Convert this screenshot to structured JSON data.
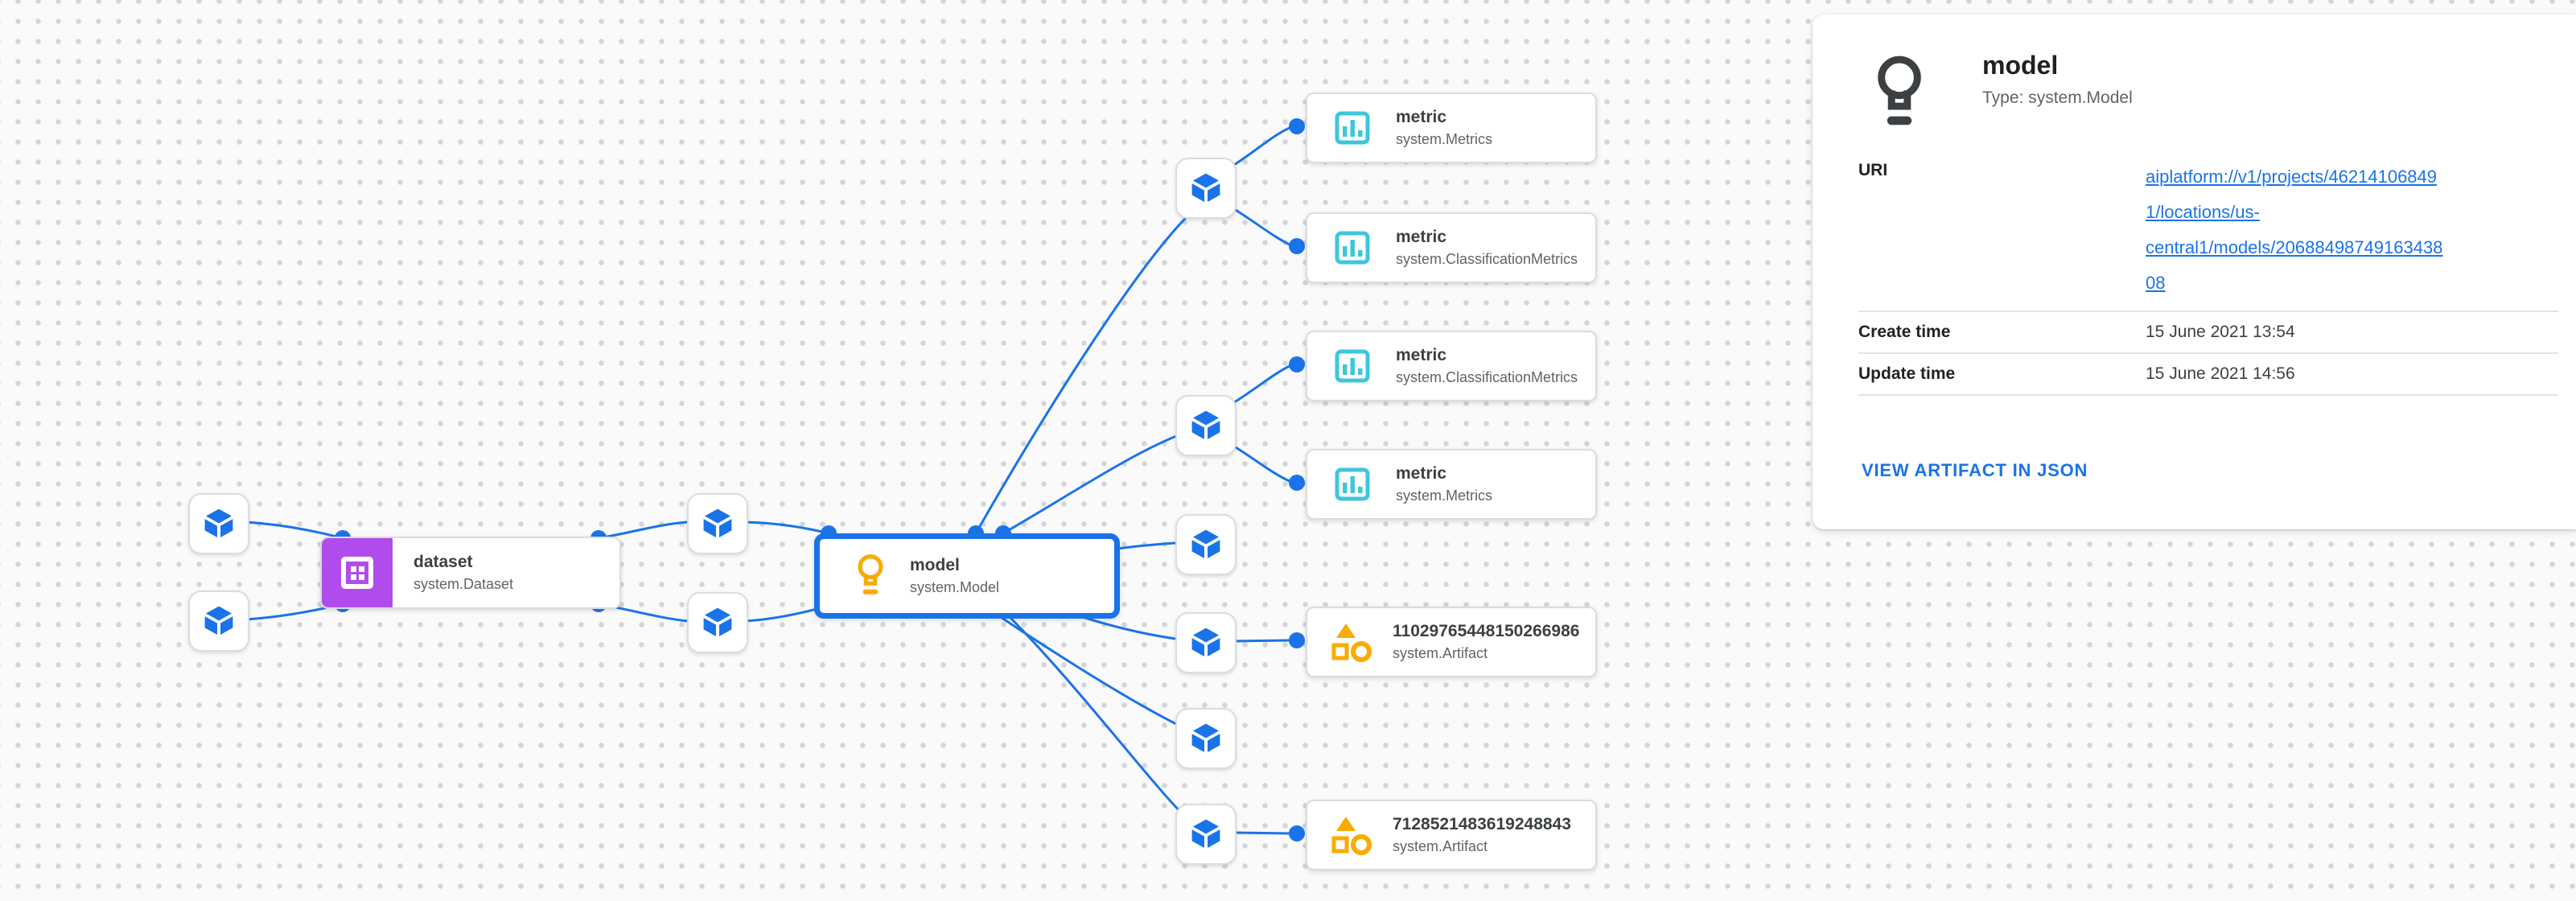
{
  "panel": {
    "title": "model",
    "subtitle": "Type: system.Model",
    "uri_label": "URI",
    "uri_full": "aiplatform://v1/projects/462141068491/locations/us-central1/models/2068849874916343808",
    "uri_lines": [
      "aiplatform://v1/projects/46214106849",
      "1/locations/us-",
      "central1/models/20688498749163438",
      "08"
    ],
    "create_label": "Create time",
    "create_value": "15 June 2021 13:54",
    "update_label": "Update time",
    "update_value": "15 June 2021 14:56",
    "action_label": "VIEW ARTIFACT IN JSON"
  },
  "nodes": {
    "dataset": {
      "title": "dataset",
      "subtitle": "system.Dataset"
    },
    "model": {
      "title": "model",
      "subtitle": "system.Model"
    },
    "metrics": [
      {
        "title": "metric",
        "subtitle": "system.Metrics"
      },
      {
        "title": "metric",
        "subtitle": "system.ClassificationMetrics"
      },
      {
        "title": "metric",
        "subtitle": "system.ClassificationMetrics"
      },
      {
        "title": "metric",
        "subtitle": "system.Metrics"
      }
    ],
    "artifacts": [
      {
        "title": "11029765448150266986",
        "subtitle": "system.Artifact"
      },
      {
        "title": "7128521483619248843",
        "subtitle": "system.Artifact"
      }
    ]
  },
  "colors": {
    "edge_blue": "#1a73e8",
    "metric_teal": "#3fc6dc",
    "artifact_amber": "#f9ab00",
    "dataset_purple": "#b04ceb",
    "panel_icon_grey": "#3c4043",
    "canvas_dot": "#d3d5d8"
  }
}
